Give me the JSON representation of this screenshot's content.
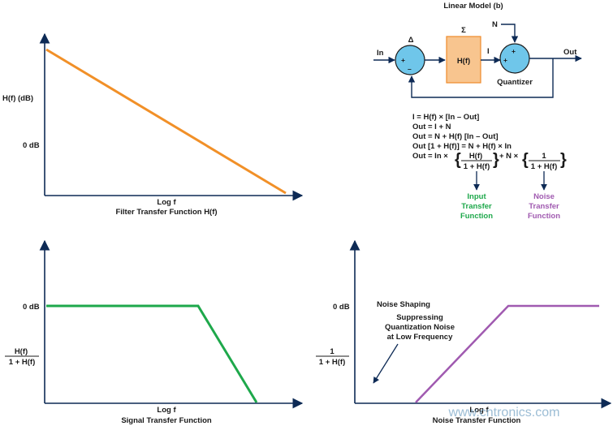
{
  "colors": {
    "blue": "#6fc6ea",
    "sum_border": "#1b1b1b",
    "filter_fill": "#f8c58f",
    "filter_border": "#ee8a2b",
    "orange_line": "#f19028",
    "green": "#1ea84b",
    "purple": "#a05ab0",
    "axis": "#0d2a55",
    "watermark": "#7ba7c7"
  },
  "panel_filter": {
    "ylabel": "H(f) (dB)",
    "zero_db": "0 dB",
    "xlabel": "Log f",
    "caption": "Filter Transfer Function H(f)"
  },
  "panel_model": {
    "title": "Linear Model (b)",
    "in_label": "In",
    "out_label": "Out",
    "delta": "Δ",
    "sigma": "Σ",
    "filter_label": "H(f)",
    "i_label": "I",
    "n_label": "N",
    "quantizer": "Quantizer",
    "plus": "+",
    "minus": "–",
    "eq1": "I = H(f) × [In – Out]",
    "eq2": "Out = I + N",
    "eq3": "Out = N + H(f) [In – Out]",
    "eq4": "Out [1 + H(f)] = N + H(f) × In",
    "eq5_prefix": "Out = In ×",
    "eq5_mid": "+ N ×",
    "frac1_num": "H(f)",
    "frac1_den": "1 + H(f)",
    "frac2_num": "1",
    "frac2_den": "1 + H(f)",
    "input_tf": [
      "Input",
      "Transfer",
      "Function"
    ],
    "noise_tf": [
      "Noise",
      "Transfer",
      "Function"
    ]
  },
  "panel_signal": {
    "zero_db": "0 dB",
    "frac_num": "H(f)",
    "frac_den": "1 + H(f)",
    "xlabel": "Log f",
    "caption": "Signal Transfer Function"
  },
  "panel_noise": {
    "zero_db": "0 dB",
    "frac_num": "1",
    "frac_den": "1 + H(f)",
    "annotation": [
      "Noise Shaping",
      "Suppressing",
      "Quantization Noise",
      "at Low Frequency"
    ],
    "xlabel": "Log f",
    "caption": "Noise Transfer Function"
  },
  "watermark": "www.cntronics.com"
}
